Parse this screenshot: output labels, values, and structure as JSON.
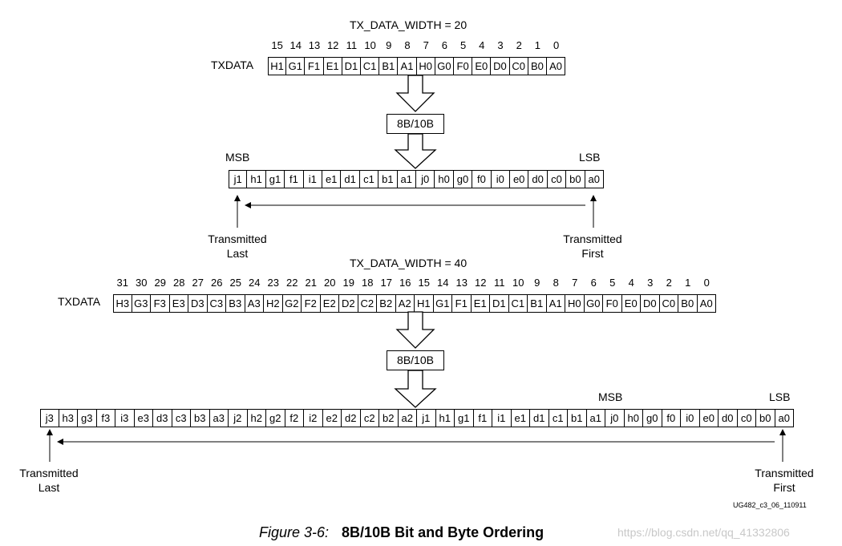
{
  "sections": [
    {
      "width_label": "TX_DATA_WIDTH = 20",
      "txdata_label": "TXDATA",
      "bit_numbers": [
        "15",
        "14",
        "13",
        "12",
        "11",
        "10",
        "9",
        "8",
        "7",
        "6",
        "5",
        "4",
        "3",
        "2",
        "1",
        "0"
      ],
      "txdata_cells": [
        "H1",
        "G1",
        "F1",
        "E1",
        "D1",
        "C1",
        "B1",
        "A1",
        "H0",
        "G0",
        "F0",
        "E0",
        "D0",
        "C0",
        "B0",
        "A0"
      ],
      "encoder_label": "8B/10B",
      "msb_label": "MSB",
      "lsb_label": "LSB",
      "encoded_cells": [
        "j1",
        "h1",
        "g1",
        "f1",
        "i1",
        "e1",
        "d1",
        "c1",
        "b1",
        "a1",
        "j0",
        "h0",
        "g0",
        "f0",
        "i0",
        "e0",
        "d0",
        "c0",
        "b0",
        "a0"
      ],
      "transmitted_last": [
        "Transmitted",
        "Last"
      ],
      "transmitted_first": [
        "Transmitted",
        "First"
      ]
    },
    {
      "width_label": "TX_DATA_WIDTH = 40",
      "txdata_label": "TXDATA",
      "bit_numbers": [
        "31",
        "30",
        "29",
        "28",
        "27",
        "26",
        "25",
        "24",
        "23",
        "22",
        "21",
        "20",
        "19",
        "18",
        "17",
        "16",
        "15",
        "14",
        "13",
        "12",
        "11",
        "10",
        "9",
        "8",
        "7",
        "6",
        "5",
        "4",
        "3",
        "2",
        "1",
        "0"
      ],
      "txdata_cells": [
        "H3",
        "G3",
        "F3",
        "E3",
        "D3",
        "C3",
        "B3",
        "A3",
        "H2",
        "G2",
        "F2",
        "E2",
        "D2",
        "C2",
        "B2",
        "A2",
        "H1",
        "G1",
        "F1",
        "E1",
        "D1",
        "C1",
        "B1",
        "A1",
        "H0",
        "G0",
        "F0",
        "E0",
        "D0",
        "C0",
        "B0",
        "A0"
      ],
      "encoder_label": "8B/10B",
      "msb_label": "MSB",
      "lsb_label": "LSB",
      "encoded_cells": [
        "j3",
        "h3",
        "g3",
        "f3",
        "i3",
        "e3",
        "d3",
        "c3",
        "b3",
        "a3",
        "j2",
        "h2",
        "g2",
        "f2",
        "i2",
        "e2",
        "d2",
        "c2",
        "b2",
        "a2",
        "j1",
        "h1",
        "g1",
        "f1",
        "i1",
        "e1",
        "d1",
        "c1",
        "b1",
        "a1",
        "j0",
        "h0",
        "g0",
        "f0",
        "i0",
        "e0",
        "d0",
        "c0",
        "b0",
        "a0"
      ],
      "transmitted_last": [
        "Transmitted",
        "Last"
      ],
      "transmitted_first": [
        "Transmitted",
        "First"
      ]
    }
  ],
  "reference_id": "UG482_c3_06_110911",
  "caption": {
    "figure_number": "Figure 3-6:",
    "title": "8B/10B Bit and Byte Ordering"
  },
  "watermark": "https://blog.csdn.net/qq_41332806"
}
